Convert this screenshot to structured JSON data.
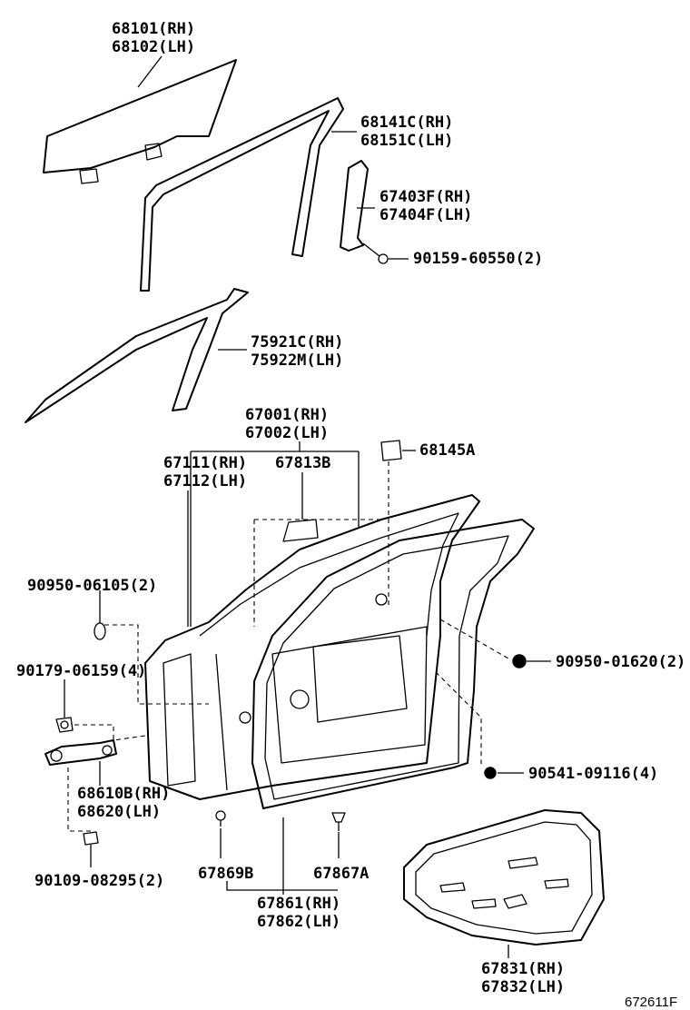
{
  "labels": {
    "glass_rh": "68101(RH)",
    "glass_lh": "68102(LH)",
    "run_rh": "68141C(RH)",
    "run_lh": "68151C(LH)",
    "sash_rh": "67403F(RH)",
    "sash_lh": "67404F(LH)",
    "screw_sash": "90159-60550(2)",
    "molding_rh": "75921C(RH)",
    "molding_lh": "75922M(LH)",
    "door_rh": "67001(RH)",
    "door_lh": "67002(LH)",
    "panel_rh": "67111(RH)",
    "panel_lh": "67112(LH)",
    "seal_b": "67813B",
    "pad_a": "68145A",
    "plug_left": "90950-06105(2)",
    "bolt_hinge": "90179-06159(4)",
    "plug_right": "90950-01620(2)",
    "check_rh": "68610B(RH)",
    "check_lh": "68620(LH)",
    "nut_right": "90541-09116(4)",
    "bolt_check": "90109-08295(2)",
    "clip_b": "67869B",
    "clip_a": "67867A",
    "weather_rh": "67861(RH)",
    "weather_lh": "67862(LH)",
    "cover_rh": "67831(RH)",
    "cover_lh": "67832(LH)",
    "illustration_id": "672611F"
  }
}
